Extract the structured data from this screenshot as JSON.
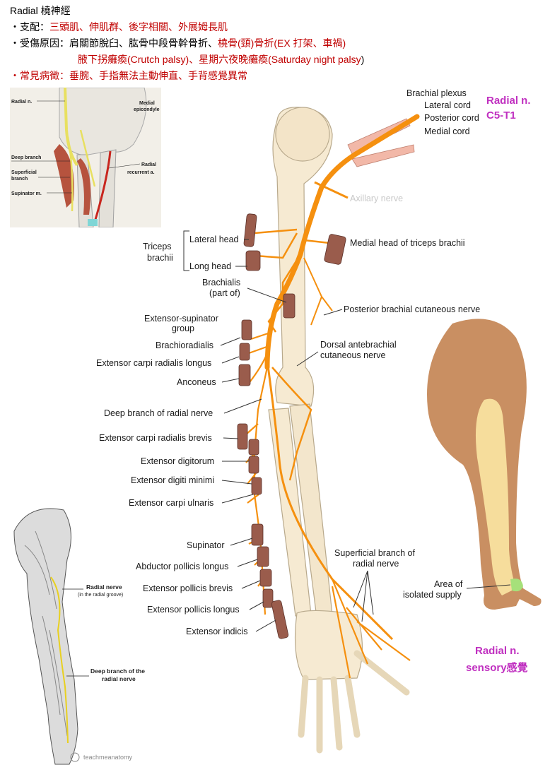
{
  "header": {
    "title": "Radial 橈神經",
    "line1_prefix": "・支配：",
    "line1_red": "三頭肌、伸肌群、後字相關、外展姆長肌",
    "line2_prefix": "・受傷原因：肩關節脫臼、肱骨中段骨幹骨折、",
    "line2_red": "橈骨(頸)骨折(EX 打架、車禍)",
    "line3_red": "腋下拐癱瘓(Crutch palsy)、星期六夜晚癱瘓(Saturday night palsy",
    "line3_tail": ")",
    "line4": "・常見病徵：垂腕、手指無法主動伸直、手背感覺異常"
  },
  "inset_top": {
    "radial_n": "Radial n.",
    "medial": "Medial",
    "epicondyle": "epicondyle",
    "deep_branch": "Deep branch",
    "superficial": "Superficial",
    "branch": "branch",
    "supinator_m": "Supinator m.",
    "radial": "Radial",
    "recurrent": "recurrent a."
  },
  "main": {
    "brachial_plexus": "Brachial plexus",
    "lateral_cord": "Lateral cord",
    "posterior_cord": "Posterior cord",
    "medial_cord": "Medial cord",
    "radial_n_title": "Radial n.",
    "root_levels": "C5-T1",
    "axillary_nerve": "Axillary nerve",
    "triceps": "Triceps",
    "brachii": "brachii",
    "lateral_head": "Lateral head",
    "long_head": "Long head",
    "medial_head": "Medial head of triceps brachii",
    "brachialis": "Brachialis",
    "part_of": "(part of)",
    "posterior_brachial": "Posterior brachial cutaneous nerve",
    "ext_sup_group_1": "Extensor-supinator",
    "ext_sup_group_2": "group",
    "brachioradialis": "Brachioradialis",
    "ecrl": "Extensor carpi radialis longus",
    "anconeus": "Anconeus",
    "dorsal_ante_1": "Dorsal antebrachial",
    "dorsal_ante_2": "cutaneous nerve",
    "deep_branch": "Deep branch of radial nerve",
    "ecrb": "Extensor carpi radialis brevis",
    "ext_dig": "Extensor digitorum",
    "ext_dig_min": "Extensor digiti minimi",
    "ecu": "Extensor carpi ulnaris",
    "supinator": "Supinator",
    "apl": "Abductor pollicis longus",
    "epb": "Extensor pollicis brevis",
    "epl": "Extensor pollicis longus",
    "ext_ind": "Extensor indicis",
    "superficial_1": "Superficial branch of",
    "superficial_2": "radial nerve"
  },
  "sensory": {
    "area_of": "Area of",
    "isolated_supply": "isolated supply",
    "title": "Radial n.",
    "subtitle": "sensory感覺"
  },
  "inset_bottom": {
    "radial_nerve": "Radial nerve",
    "radial_groove": "(in the radial groove)",
    "deep_branch_1": "Deep branch of the",
    "deep_branch_2": "radial nerve",
    "watermark": "teachmeanatomy"
  },
  "colors": {
    "nerve": "#f5900f",
    "bone": "#f6ead2",
    "muscle": "#9a5c4c",
    "skin_dark": "#c98f62",
    "skin_light": "#f6dd9c",
    "magenta": "#c030c0",
    "red_text": "#c00000"
  }
}
